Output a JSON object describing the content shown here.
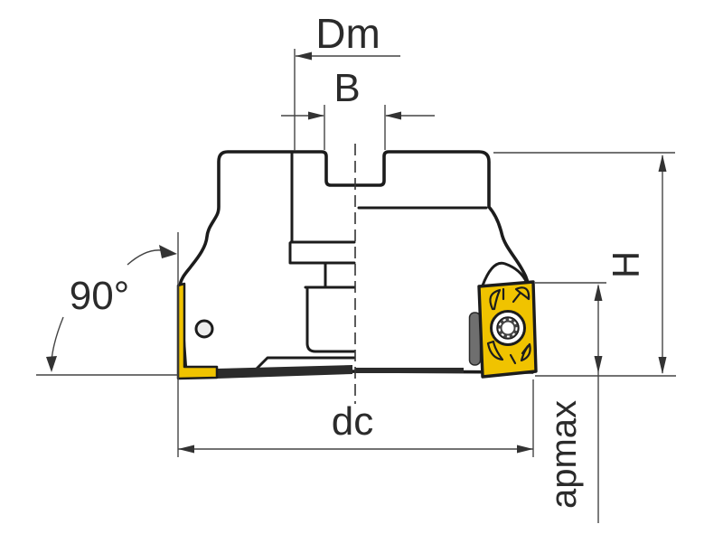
{
  "drawing": {
    "type": "technical-dimension-diagram",
    "labels": {
      "dm": "Dm",
      "b": "B",
      "angle": "90°",
      "dc": "dc",
      "h": "H",
      "apmax": "apmax"
    },
    "colors": {
      "insert_yellow": "#F0C300",
      "body_light": "#F4F4F4",
      "body_mid": "#E9E9E9",
      "body_dark": "#CDCDCD",
      "outline": "#1C1C1C",
      "dimension_line": "#444444",
      "text": "#2B2B2B",
      "pocket_dark": "#6F6F6F",
      "bottom_edge": "#2B2B2B",
      "screw_ring": "#444444",
      "background": "#FFFFFF"
    }
  }
}
